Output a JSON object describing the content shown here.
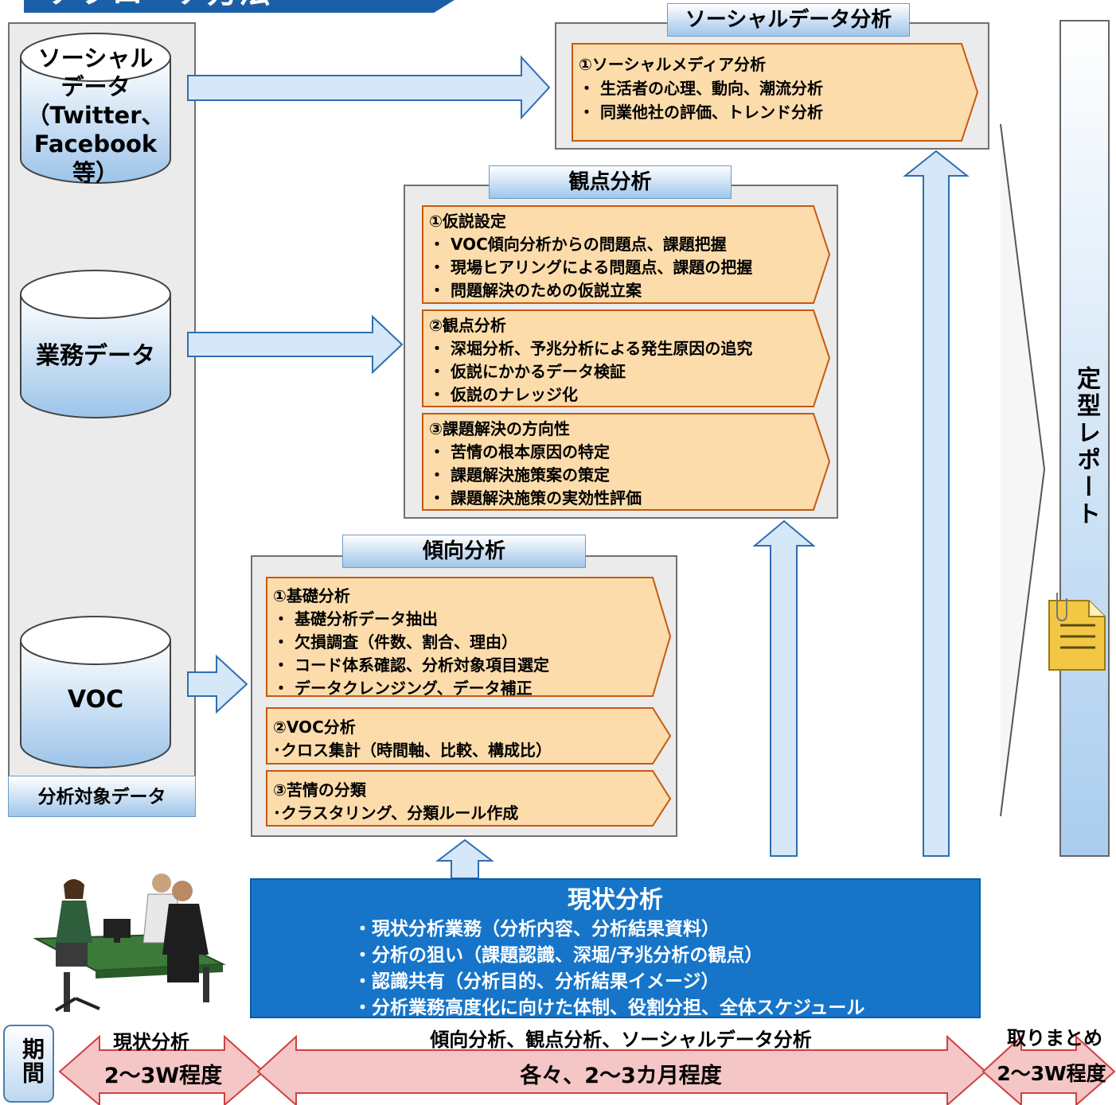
{
  "header": {
    "title": "アプローチ方法"
  },
  "source_panel": {
    "caption": "分析対象データ",
    "databases": [
      {
        "label": "ソーシャル\nデータ\n（Twitter、\nFacebook\n等）"
      },
      {
        "label": "業務データ"
      },
      {
        "label": "VOC"
      }
    ]
  },
  "social": {
    "title": "ソーシャルデータ分析",
    "sections": [
      {
        "lines": [
          "①ソーシャルメディア分析",
          "・ 生活者の心理、動向、潮流分析",
          "・ 同業他社の評価、トレンド分析"
        ]
      }
    ]
  },
  "viewpoint": {
    "title": "観点分析",
    "sections": [
      {
        "lines": [
          "①仮説設定",
          "・ VOC傾向分析からの問題点、課題把握",
          "・ 現場ヒアリングによる問題点、課題の把握",
          "・ 問題解決のための仮説立案"
        ]
      },
      {
        "lines": [
          "②観点分析",
          "・ 深堀分析、予兆分析による発生原因の追究",
          "・ 仮説にかかるデータ検証",
          "・ 仮説のナレッジ化"
        ]
      },
      {
        "lines": [
          "③課題解決の方向性",
          "・ 苦情の根本原因の特定",
          "・ 課題解決施策案の策定",
          "・ 課題解決施策の実効性評価"
        ]
      }
    ]
  },
  "trend": {
    "title": "傾向分析",
    "sections": [
      {
        "lines": [
          "①基礎分析",
          "・ 基礎分析データ抽出",
          "・ 欠損調査（件数、割合、理由）",
          "・ コード体系確認、分析対象項目選定",
          "・ データクレンジング、データ補正"
        ]
      },
      {
        "lines": [
          "②VOC分析",
          "･クロス集計（時間軸、比較、構成比）"
        ]
      },
      {
        "lines": [
          "③苦情の分類",
          "･クラスタリング、分類ルール作成"
        ]
      }
    ]
  },
  "report": {
    "label": "定型レポート"
  },
  "current": {
    "title": "現状分析",
    "items": [
      "・現状分析業務（分析内容、分析結果資料）",
      "・分析の狙い（課題認識、深堀/予兆分析の観点）",
      "・認識共有（分析目的、分析結果イメージ）",
      "・分析業務高度化に向けた体制、役割分担、全体スケジュール"
    ]
  },
  "timeline": {
    "period_label": "期間",
    "phases": [
      {
        "label": "現状分析",
        "duration": "2～3W程度"
      },
      {
        "label": "傾向分析、観点分析、ソーシャルデータ分析",
        "duration": "各々、2～3カ月程度"
      },
      {
        "label": "取りまとめ",
        "duration": "2～3W程度"
      }
    ]
  },
  "colors": {
    "accent_blue": "#1675c9",
    "title_blue": "#1b5fa8",
    "arrow_fill": "#d6e7f7",
    "arrow_stroke": "#2e6fb0",
    "orange_fill": "#fcd9a4",
    "orange_stroke": "#c55a11",
    "timeline_fill": "#f5c6c6",
    "timeline_stroke": "#d04040"
  }
}
